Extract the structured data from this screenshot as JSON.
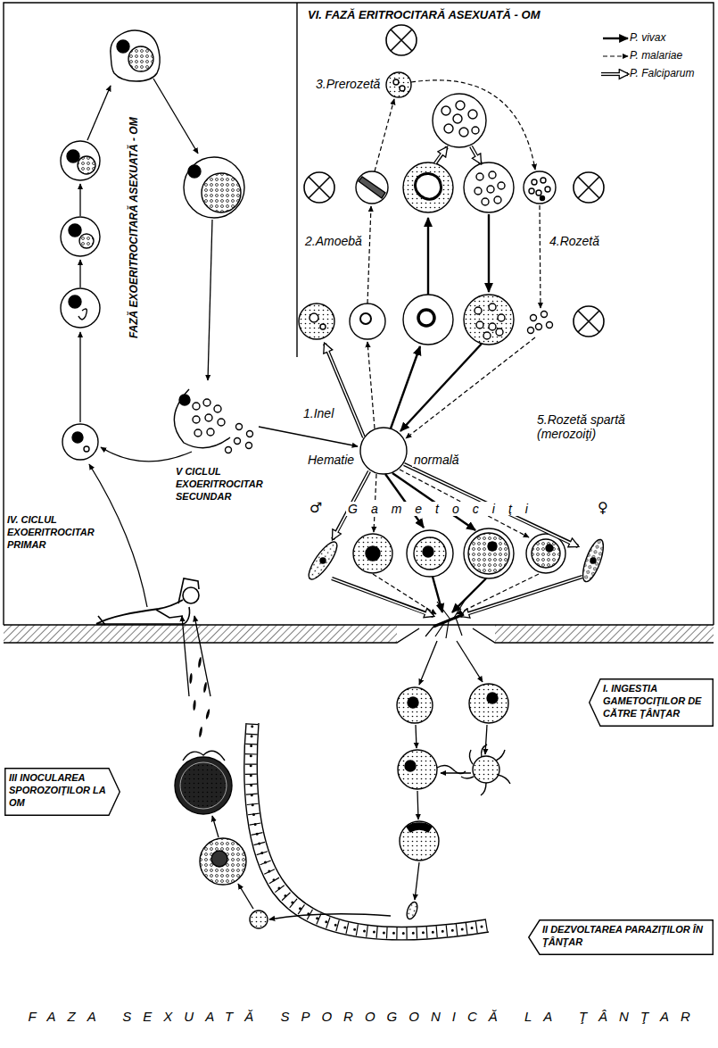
{
  "diagram": {
    "caption": "FAZA SEXUATĂ SPOROGONICĂ LA ŢÂNŢAR",
    "nodes": [
      {
        "text": [
          "FAZĂ EXOERITROCITARĂ ASEXUATĂ - OM"
        ]
      },
      {
        "text": [
          "VI. FAZĂ ERITROCITARĂ ASEXUATĂ - OM"
        ]
      },
      {
        "text": [
          "I. INGESTIA GAMETOCIŢILOR DE CĂTRE ŢÂNŢAR"
        ]
      },
      {
        "text": [
          "III INOCULAREA SPOROZOIŢILOR LA OM"
        ]
      },
      {
        "text": [
          "II DEZVOLTAREA PARAZIŢILOR ÎN ŢÂNŢAR"
        ]
      }
    ],
    "labels": [
      "3.Prerozetă",
      "2.Amoebă",
      "4.Rozetă",
      "1.Inel",
      "Hematie",
      "normală",
      "5.Rozetă spartă (merozoiţi)",
      "♂",
      "Gametociţi",
      "♀",
      "V CICLUL EXOERITROCITAR SECUNDAR",
      "IV. CICLUL EXOERITROCITAR PRIMAR"
    ],
    "legend": [
      {
        "text": "P. vivax"
      },
      {
        "text": "P. malariae"
      },
      {
        "text": "P. Falciparum"
      }
    ]
  }
}
